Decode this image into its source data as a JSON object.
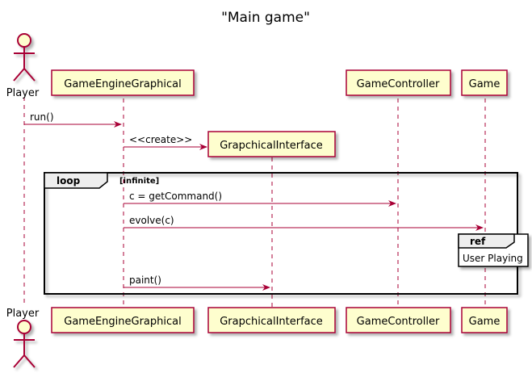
{
  "title": "\"Main game\"",
  "actor": {
    "name": "Player"
  },
  "participants": {
    "engine": "GameEngineGraphical",
    "interface": "GrapchicalInterface",
    "controller": "GameController",
    "game": "Game"
  },
  "messages": {
    "run": "run()",
    "create": "<<create>>",
    "get_command": "c = getCommand()",
    "evolve": "evolve(c)",
    "paint": "paint()"
  },
  "loop": {
    "keyword": "loop",
    "guard": "[infinite]"
  },
  "ref": {
    "keyword": "ref",
    "label": "User Playing"
  },
  "colors": {
    "participant_fill": "#FEFECE",
    "participant_border": "#A80036",
    "arrow": "#A80036",
    "lifeline": "#A80036",
    "frame": "#000000",
    "frame_header_fill": "#EEEEEE"
  }
}
